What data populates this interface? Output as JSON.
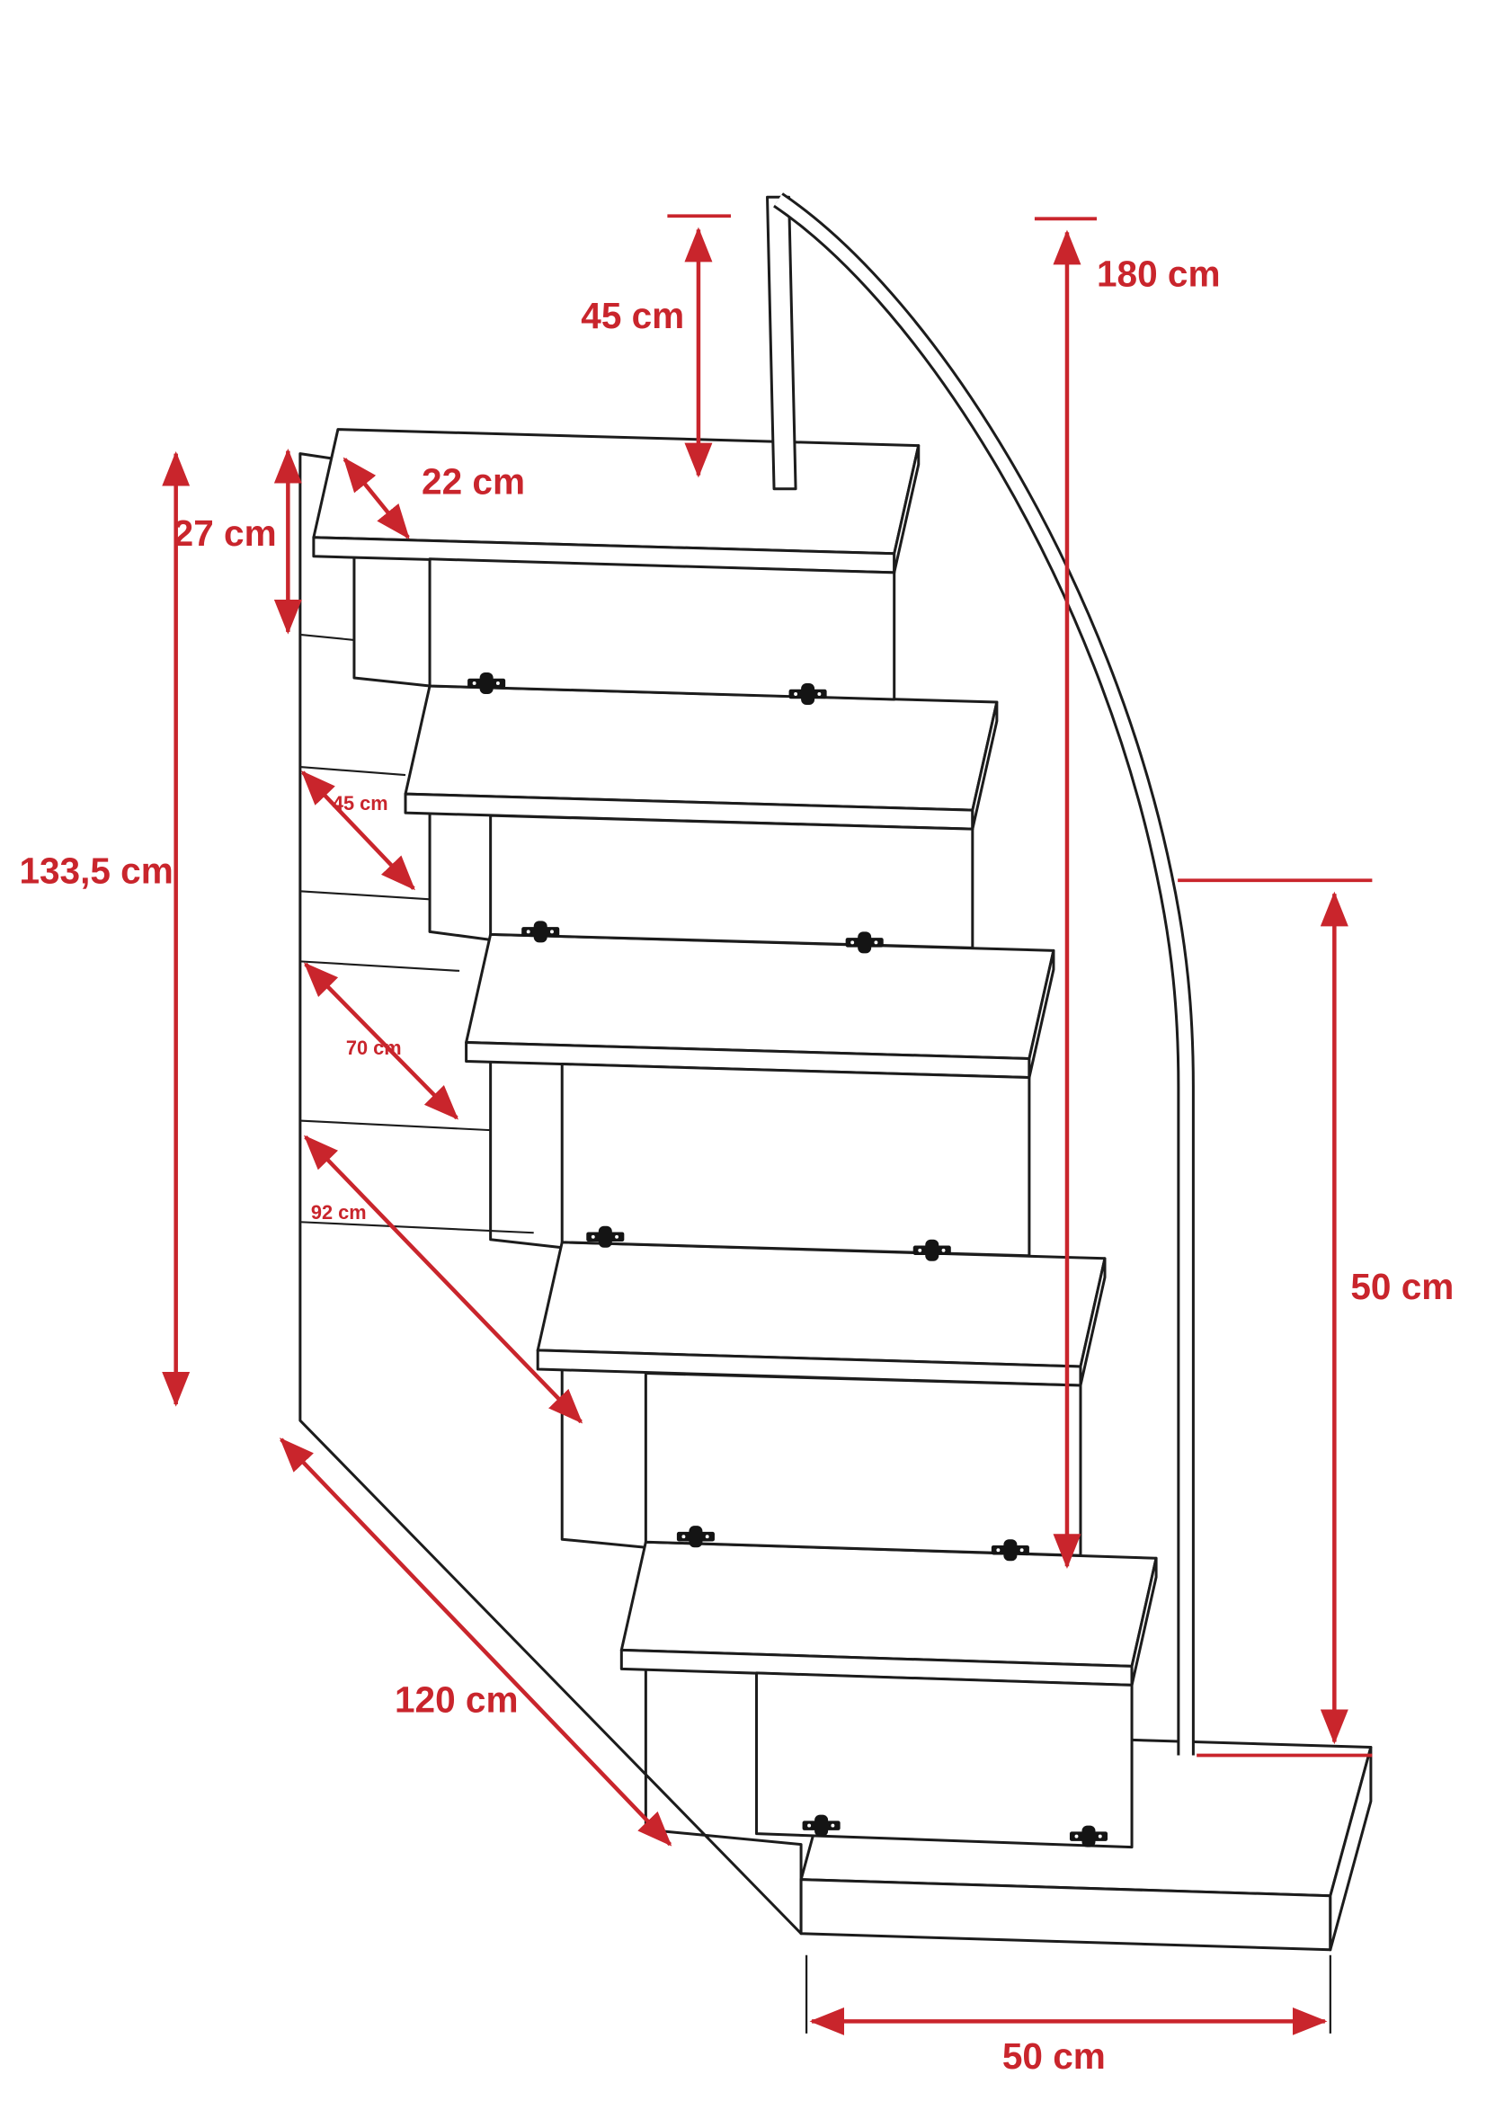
{
  "diagram": {
    "colors": {
      "dimension_red": "#c9252c",
      "outline_black": "#1c1c1c",
      "background": "#ffffff"
    },
    "dimensions": {
      "rail_top_drop": "45 cm",
      "rail_total_height": "180 cm",
      "tread_depth": "22 cm",
      "top_step_height": "27 cm",
      "overall_height": "133,5 cm",
      "side_depth_upper": "45 cm",
      "side_depth_middle": "70 cm",
      "side_depth_lower": "92 cm",
      "rail_lower_segment": "50 cm",
      "base_run": "120 cm",
      "step_width": "50 cm"
    }
  }
}
